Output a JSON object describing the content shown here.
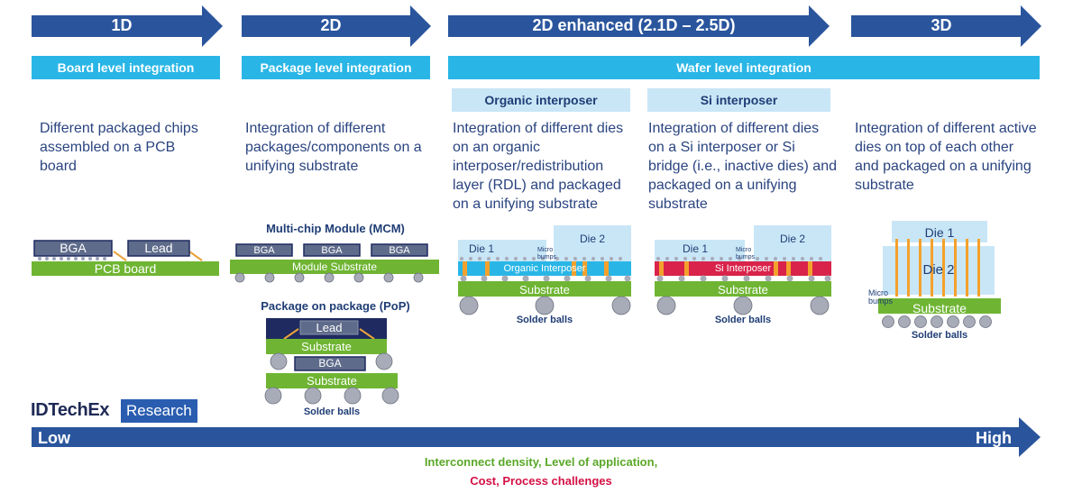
{
  "stages": [
    {
      "label": "1D"
    },
    {
      "label": "2D"
    },
    {
      "label": "2D enhanced (2.1D – 2.5D)"
    },
    {
      "label": "3D"
    }
  ],
  "levels": {
    "board": "Board level integration",
    "package": "Package level integration",
    "wafer": "Wafer level integration"
  },
  "sublevels": {
    "organic": "Organic interposer",
    "si": "Si interposer"
  },
  "descriptions": {
    "d1": "Different packaged chips assembled on a PCB board",
    "d2": "Integration of different packages/components on a unifying substrate",
    "d3": "Integration of different dies on an organic interposer/redistribution layer (RDL) and packaged on a unifying substrate",
    "d4": "Integration of different dies on a Si interposer or Si bridge (i.e., inactive dies) and packaged on a unifying substrate",
    "d5": "Integration of different active dies on top of each other and packaged on a unifying substrate"
  },
  "diagram_labels": {
    "bga": "BGA",
    "lead": "Lead",
    "pcb": "PCB board",
    "mcm_title": "Multi-chip Module (MCM)",
    "module_substrate": "Module Substrate",
    "pop_title": "Package on package (PoP)",
    "substrate": "Substrate",
    "solder_balls": "Solder balls",
    "die1": "Die 1",
    "die2": "Die 2",
    "micro_bumps": "Micro bumps",
    "organic_interposer": "Organic Interposer",
    "si_interposer": "Si Interposer"
  },
  "logo": {
    "name": "IDTechEx",
    "badge": "Research"
  },
  "scale": {
    "low": "Low",
    "high": "High"
  },
  "footer": {
    "green_line": "Interconnect density, Level of application,",
    "red_line": "Cost, Process challenges"
  },
  "colors": {
    "arrow": "#2a559d",
    "cyan": "#29b6e6",
    "light_blue": "#c9e6f7",
    "green": "#6fb533",
    "navy": "#1e2a60",
    "gray_chip": "#5e6b8a",
    "red_interposer": "#d9234a",
    "orange_pillar": "#f4a12c",
    "green_text": "#5aa829",
    "red_text": "#d31145"
  }
}
